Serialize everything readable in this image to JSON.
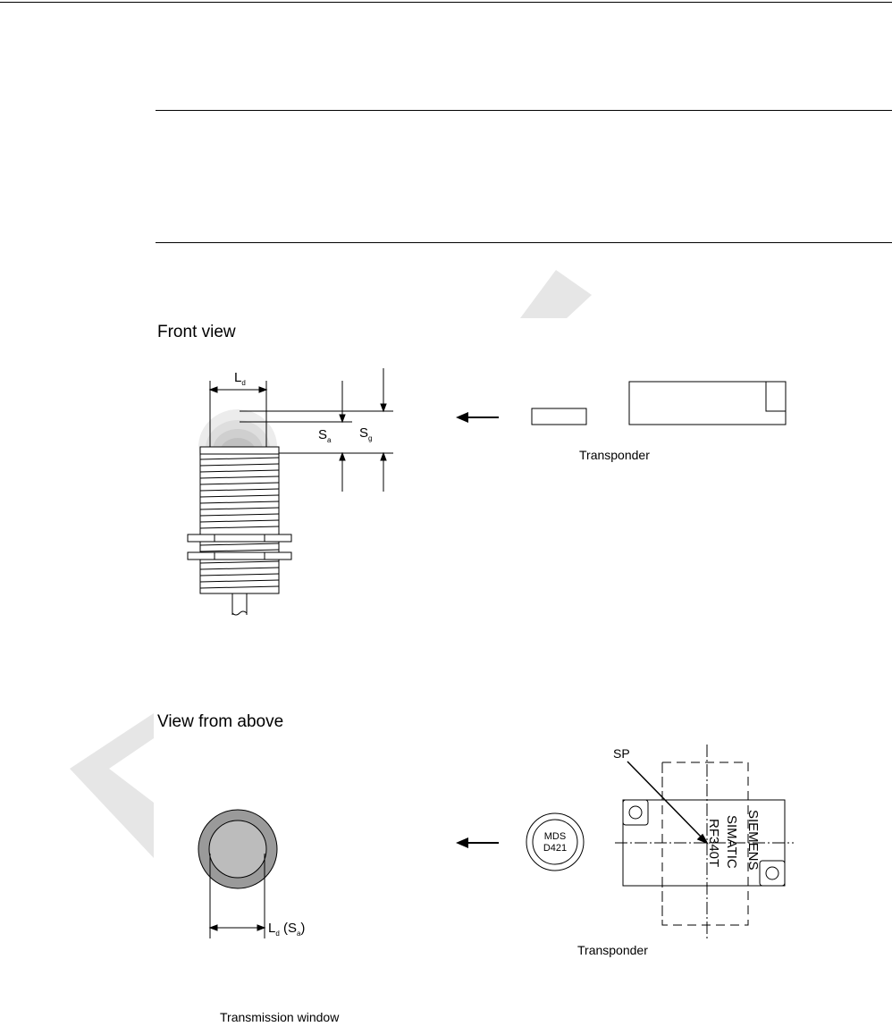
{
  "front_view": {
    "title": "Front view",
    "labels": {
      "ld_main": "L",
      "ld_sub": "d",
      "sa_main": "S",
      "sa_sub": "a",
      "sg_main": "S",
      "sg_sub": "g",
      "transponder": "Transponder"
    }
  },
  "top_view": {
    "title": "View from above",
    "labels": {
      "ld_main": "L",
      "ld_sub": "d",
      "ld_paren_open": " (S",
      "ld_paren_sub": "a",
      "ld_paren_close": ")",
      "sp": "SP",
      "mds_line1": "MDS",
      "mds_line2": "D421",
      "siemens": "SIEMENS",
      "simatic": "SIMATIC",
      "model": "RF340T",
      "transponder": "Transponder"
    }
  },
  "legend": {
    "label": "Transmission window"
  },
  "colors": {
    "ink": "#000000",
    "watermark": "#e4e4e4",
    "window_grey": "#bdbdbd",
    "disk_outer": "#9a9a9a",
    "disk_inner": "#bcbcbc"
  }
}
